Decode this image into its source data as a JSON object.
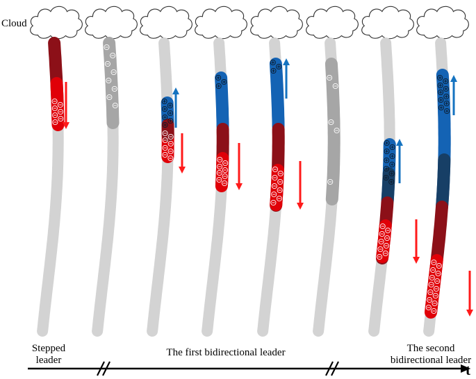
{
  "labels": {
    "cloud": "Cloud",
    "stepped_leader": [
      "Stepped",
      "leader"
    ],
    "first_bidirectional": "The first bidirectional leader",
    "second_bidirectional": [
      "The second",
      "bidirectional leader"
    ],
    "time_axis": "t"
  },
  "colors": {
    "channel_gray": "#d3d3d3",
    "stepped_gray": "#a6a6a6",
    "negative_red": "#e00008",
    "negative_dark_red": "#8c1018",
    "positive_blue": "#1463b4",
    "positive_dark_blue": "#173f66",
    "arrow_red": "#ff1a1a",
    "arrow_blue": "#1573c0"
  },
  "symbols": {
    "negative_charge": "⊖",
    "positive_charge": "⊕"
  }
}
